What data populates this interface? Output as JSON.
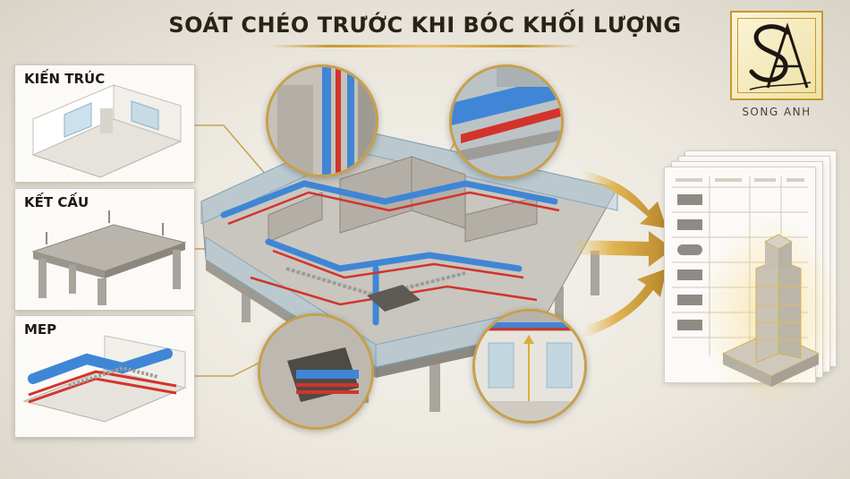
{
  "header": {
    "title": "SOÁT CHÉO TRƯỚC KHI BÓC KHỐI LƯỢNG"
  },
  "brand": {
    "name": "SONG ANH",
    "monogram": "SA",
    "accent_color": "#c49a2e"
  },
  "panels": [
    {
      "label": "KIẾN TRÚC"
    },
    {
      "label": "KẾT CẤU"
    },
    {
      "label": "MEP"
    }
  ],
  "colors": {
    "gold": "#c9972c",
    "duct_blue": "#3f86d6",
    "pipe_red": "#d2342c",
    "concrete": "#b8b4ac"
  }
}
